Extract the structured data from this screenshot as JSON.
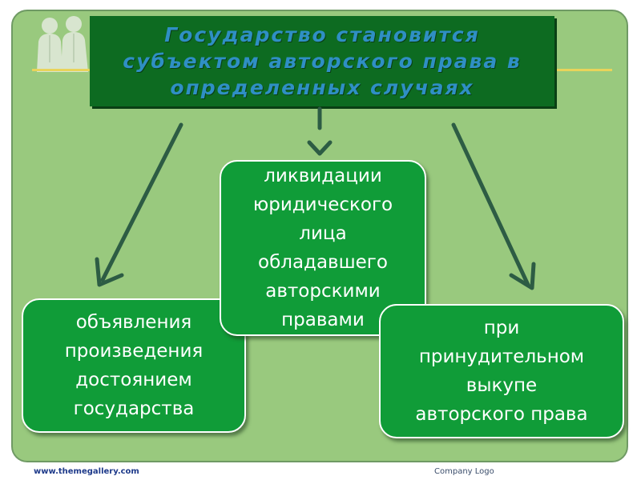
{
  "title": "Государство становится\nсубъектом авторского права в\nопределенных случаях",
  "cards": {
    "left": "объявления\nпроизведения\nдостоянием\nгосударства",
    "center": "ликвидации\nюридического\nлица\nобладавшего\nавторскими\nправами",
    "right": "при\nпринудительном\nвыкупе\nавторского права"
  },
  "footer": {
    "website": "www.themegallery.com",
    "logo": "Company Logo"
  },
  "colors": {
    "panel_bg": "#99c97e",
    "title_bg": "#0d6b21",
    "title_text": "#2f8fc4",
    "card_bg": "#109c38",
    "arrow": "#2d5c44",
    "accent_line": "#e9d45a"
  },
  "icons": [
    "people-silhouette-icon",
    "arrow-down-left-icon",
    "arrow-down-icon",
    "arrow-down-right-icon"
  ]
}
